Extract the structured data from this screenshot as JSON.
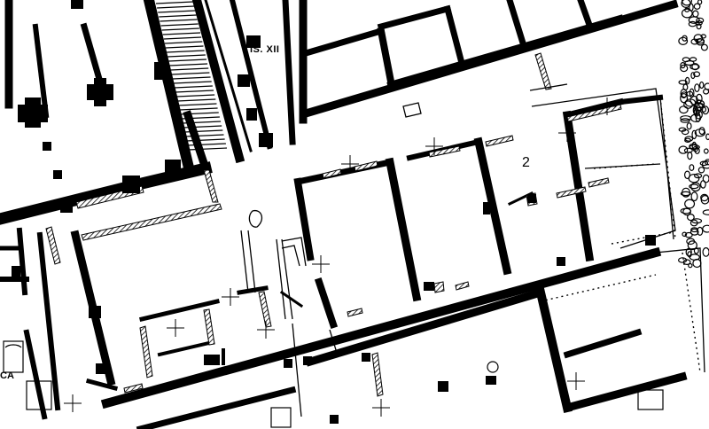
{
  "map": {
    "insula_label": "IS. XII",
    "room_number": "2",
    "edge_fragment": "CA",
    "colors": {
      "wall": "#000000",
      "background": "#ffffff",
      "rubble": "#000000"
    }
  }
}
